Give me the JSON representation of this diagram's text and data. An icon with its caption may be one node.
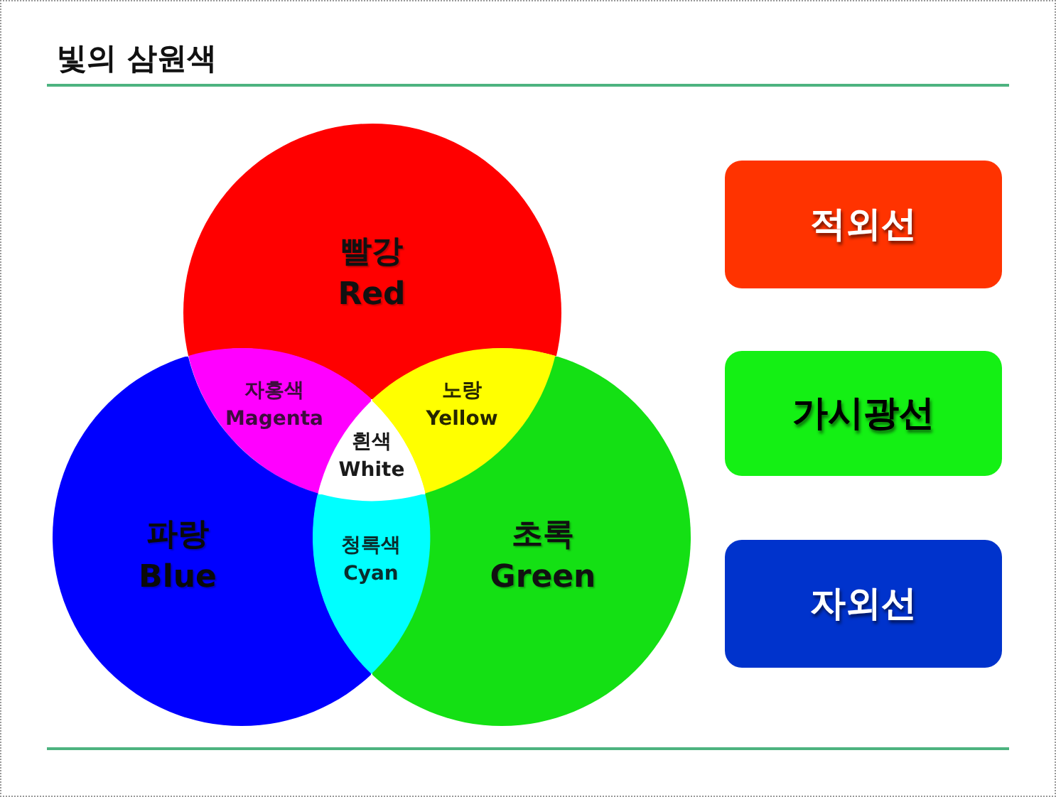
{
  "diagram": {
    "title": "빛의 삼원색",
    "nodes": [
      {
        "text": [
          "빨강 Red"
        ]
      },
      {
        "text": [
          "자홍색 Magenta"
        ]
      },
      {
        "text": [
          "노랑 Yellow"
        ]
      },
      {
        "text": [
          "흰색 White"
        ]
      },
      {
        "text": [
          "파랑 Blue"
        ]
      },
      {
        "text": [
          "청록색 Cyan"
        ]
      },
      {
        "text": [
          "초록 Green"
        ]
      },
      {
        "text": [
          "적외선"
        ]
      },
      {
        "text": [
          "가시광선"
        ]
      },
      {
        "text": [
          "자외선"
        ]
      }
    ]
  }
}
